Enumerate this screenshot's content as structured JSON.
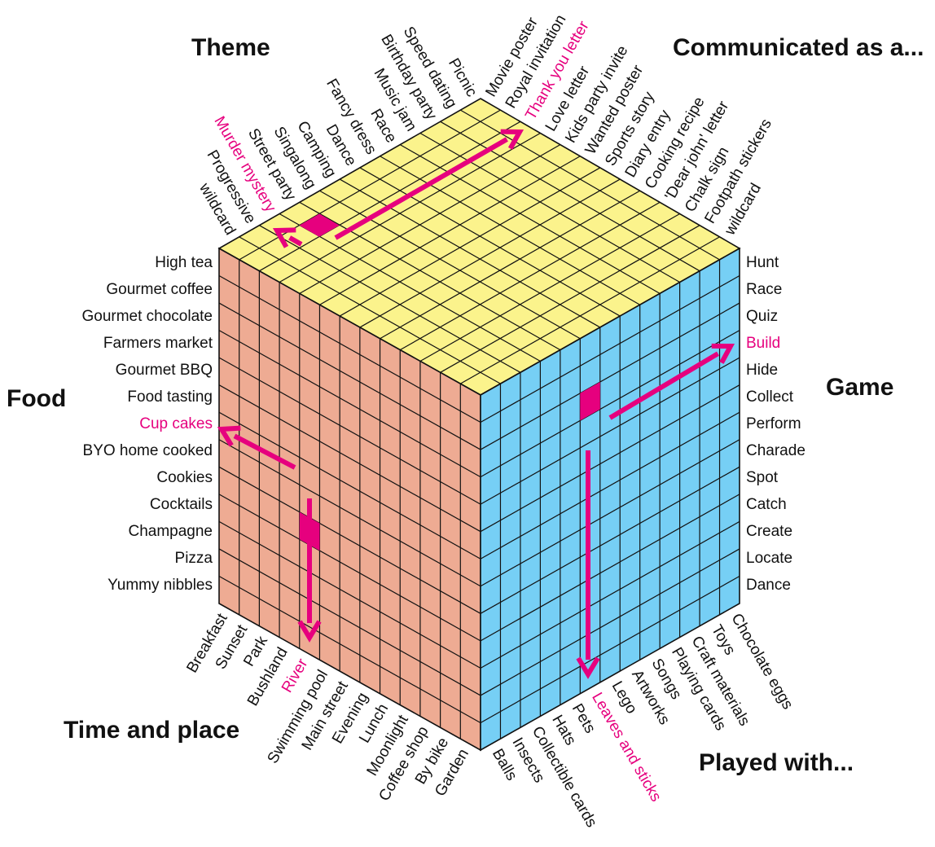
{
  "titles": {
    "theme": "Theme",
    "communicated": "Communicated as a...",
    "food": "Food",
    "game": "Game",
    "time_place": "Time and place",
    "played_with": "Played with..."
  },
  "theme_items": [
    "Picnic",
    "Speed dating",
    "Birthday party",
    "Music jam",
    "Race",
    "Fancy dress",
    "Dance",
    "Camping",
    "Singalong",
    "Street party",
    "Murder mystery",
    "Progressive",
    "wildcard"
  ],
  "communicated_items": [
    "Movie poster",
    "Royal invitation",
    "Thank you letter",
    "Love letter",
    "Kids party invite",
    "Wanted poster",
    "Sports story",
    "Diary entry",
    "Cooking recipe",
    "'Dear john' letter",
    "Chalk sign",
    "Footpath stickers",
    "wildcard"
  ],
  "food_items": [
    "High tea",
    "Gourmet coffee",
    "Gourmet chocolate",
    "Farmers market",
    "Gourmet BBQ",
    "Food tasting",
    "Cup cakes",
    "BYO home cooked",
    "Cookies",
    "Cocktails",
    "Champagne",
    "Pizza",
    "Yummy nibbles"
  ],
  "game_items": [
    "Hunt",
    "Race",
    "Quiz",
    "Build",
    "Hide",
    "Collect",
    "Perform",
    "Charade",
    "Spot",
    "Catch",
    "Create",
    "Locate",
    "Dance"
  ],
  "time_place_items": [
    "Breakfast",
    "Sunset",
    "Park",
    "Bushland",
    "River",
    "Swimming pool",
    "Main street",
    "Evening",
    "Lunch",
    "Moonlight",
    "Coffee shop",
    "By bike",
    "Garden"
  ],
  "played_with_items": [
    "Balls",
    "Insects",
    "Collectible cards",
    "Hats",
    "Pets",
    "Leaves and sticks",
    "Lego",
    "Artworks",
    "Songs",
    "Playing cards",
    "Craft materials",
    "Toys",
    "Chocolate eggs"
  ],
  "highlighted": {
    "theme": "Murder mystery",
    "communicated": "Thank you letter",
    "food": "Cup cakes",
    "game": "Build",
    "time_place": "River",
    "played_with": "Leaves and sticks"
  },
  "colors": {
    "top_face": "#fbf38c",
    "left_face": "#eeab93",
    "right_face": "#76cff5",
    "accent": "#e6007e",
    "grid_line": "#111111"
  }
}
